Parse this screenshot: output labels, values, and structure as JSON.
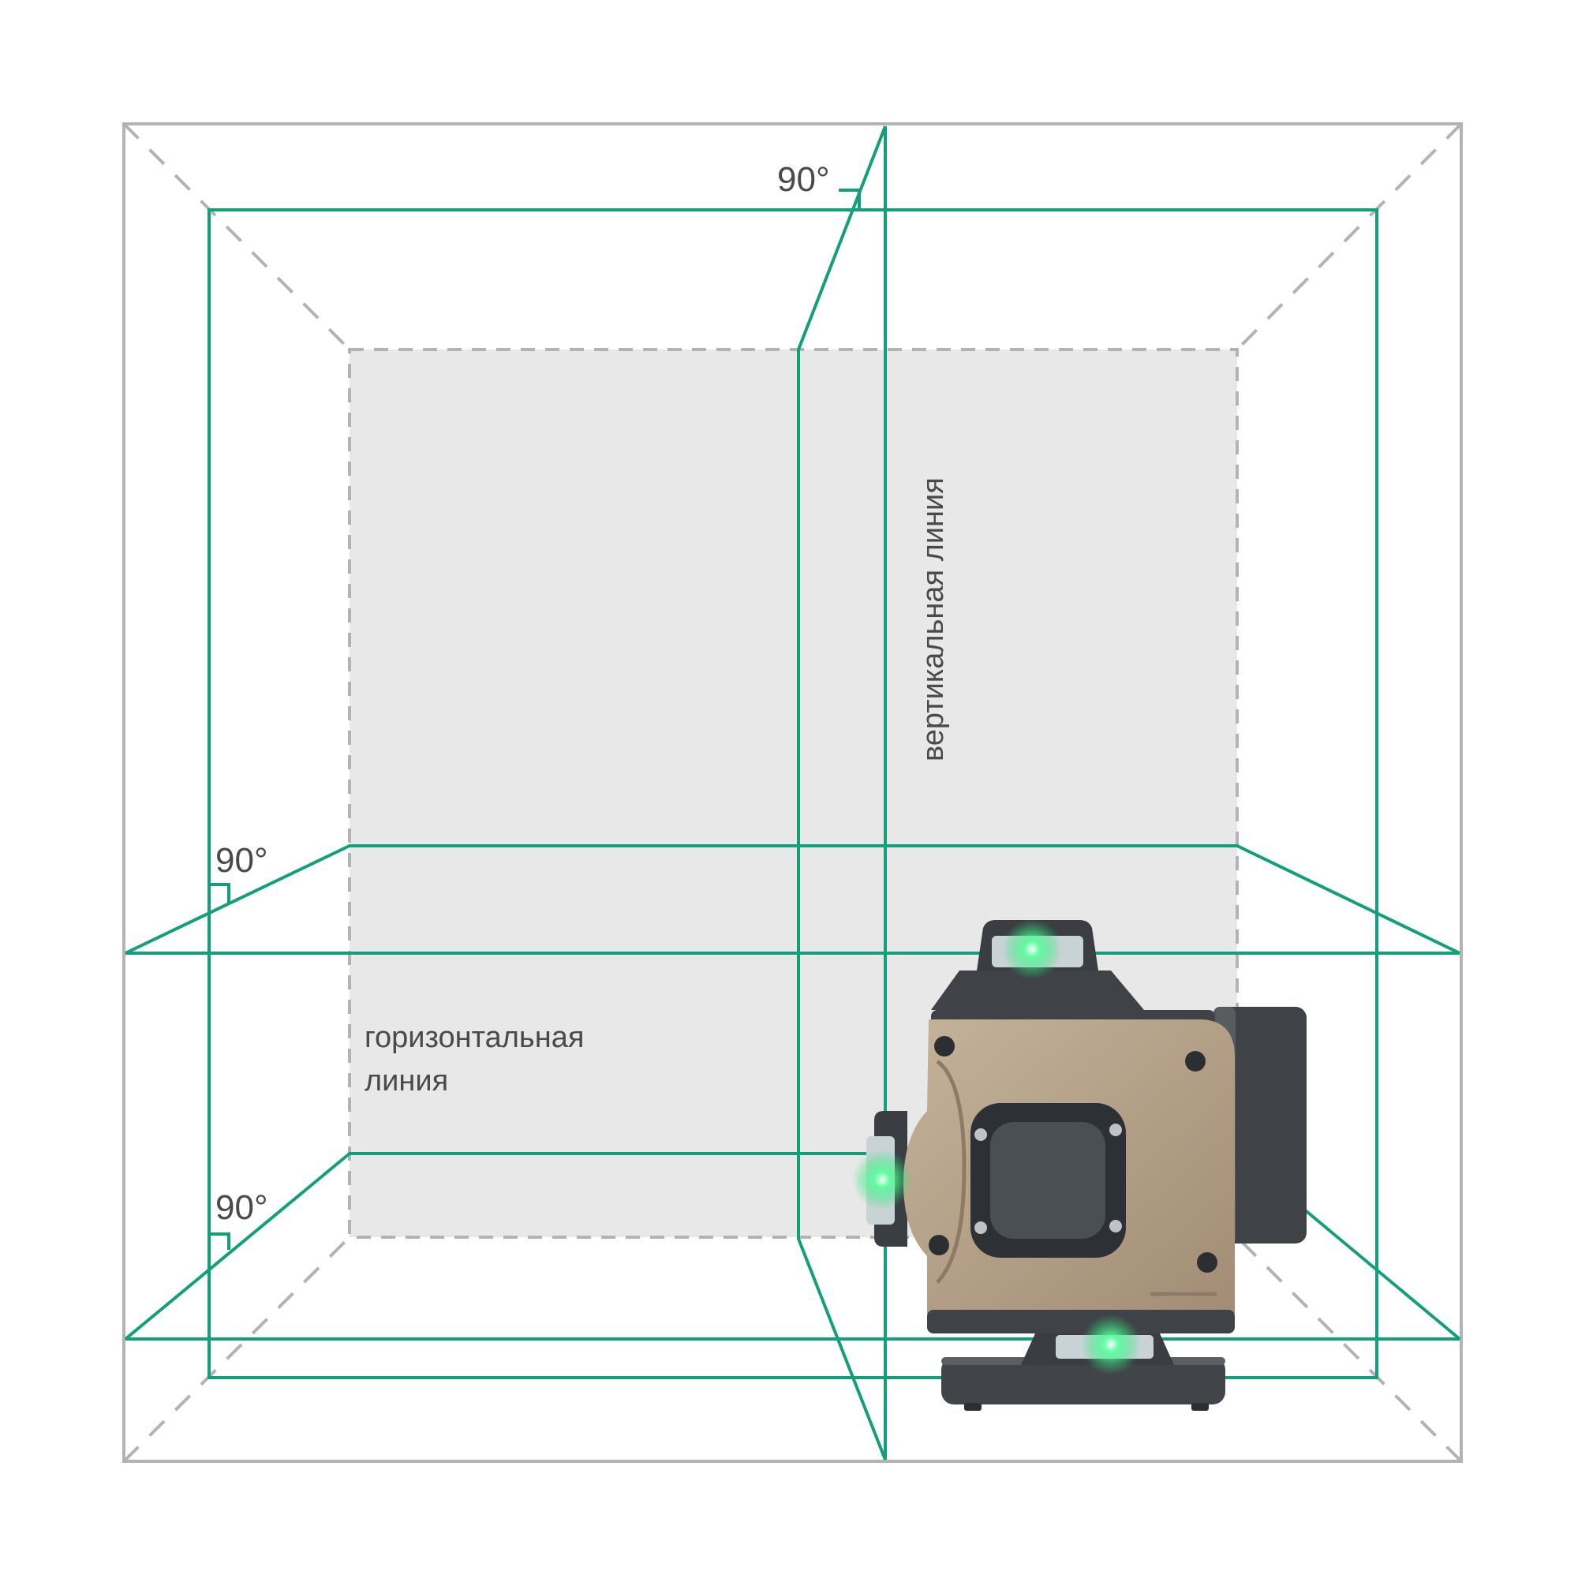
{
  "labels": {
    "angle_top": "90°",
    "angle_left_upper": "90°",
    "angle_left_lower": "90°",
    "vertical_line": "вертикальная линия",
    "horizontal_line_1": "горизонтальная",
    "horizontal_line_2": "линия"
  },
  "colors": {
    "laser": "#12a07a",
    "room_outline": "#b3b3b3",
    "back_wall": "#e8e8e8",
    "device_body": "#b29e86",
    "device_dark": "#3e4246",
    "glow": "#39ff88"
  },
  "icons": [
    "laser-level-device-icon",
    "laser-glow-icon",
    "right-angle-icon"
  ]
}
